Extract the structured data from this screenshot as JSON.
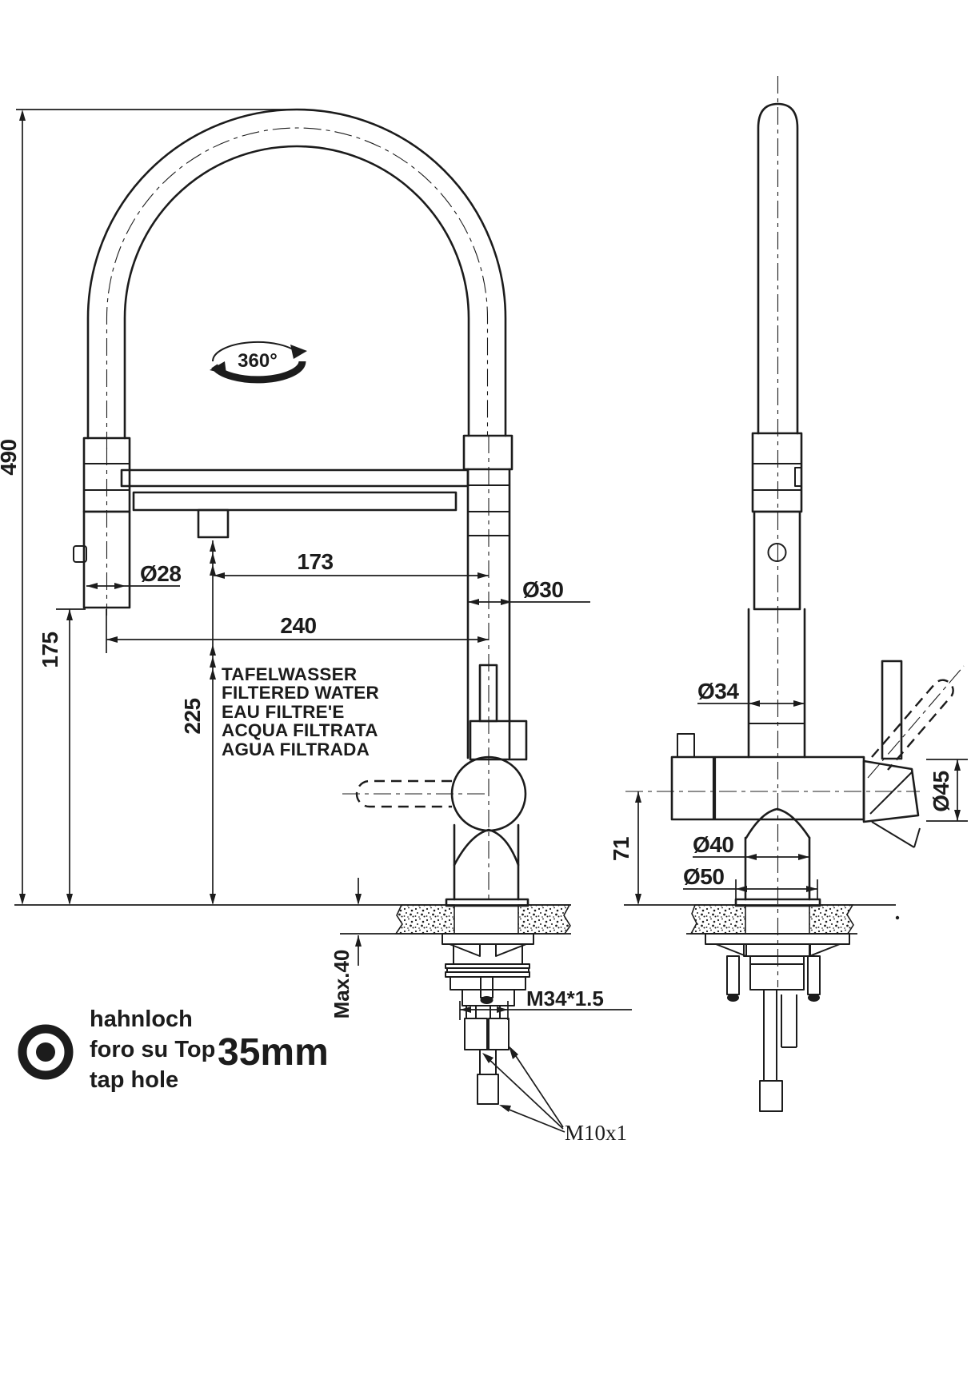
{
  "colors": {
    "line": "#1c1c1c",
    "note_blue": "#3a4d9c"
  },
  "front_view": {
    "rotation_angle": "360°",
    "dim_height": "490",
    "dim_spray_head_diameter": "Ø28",
    "dim_filtered_spout_reach": "173",
    "dim_column_diameter": "Ø30",
    "dim_spout_reach": "240",
    "dim_filtered_outlet_height": "225",
    "dim_spray_outlet_height": "175",
    "dim_max_counter_thickness": "Max.40",
    "dim_mounting_thread": "M34*1.5",
    "dim_hose_thread": "M10x1",
    "filtered_water_note": [
      "TAFELWASSER",
      "FILTERED WATER",
      "EAU FILTRE'E",
      "ACQUA FILTRATA",
      "AGUA FILTRADA"
    ]
  },
  "side_view": {
    "dim_body_diameter": "Ø34",
    "dim_handle_diameter": "Ø45",
    "dim_neck_diameter": "Ø40",
    "dim_base_diameter": "Ø50",
    "dim_outlet_center_height": "71"
  },
  "legend": {
    "line_de": "hahnloch",
    "line_it": "foro su Top",
    "line_en": "tap hole",
    "hole_diameter": "35mm"
  }
}
